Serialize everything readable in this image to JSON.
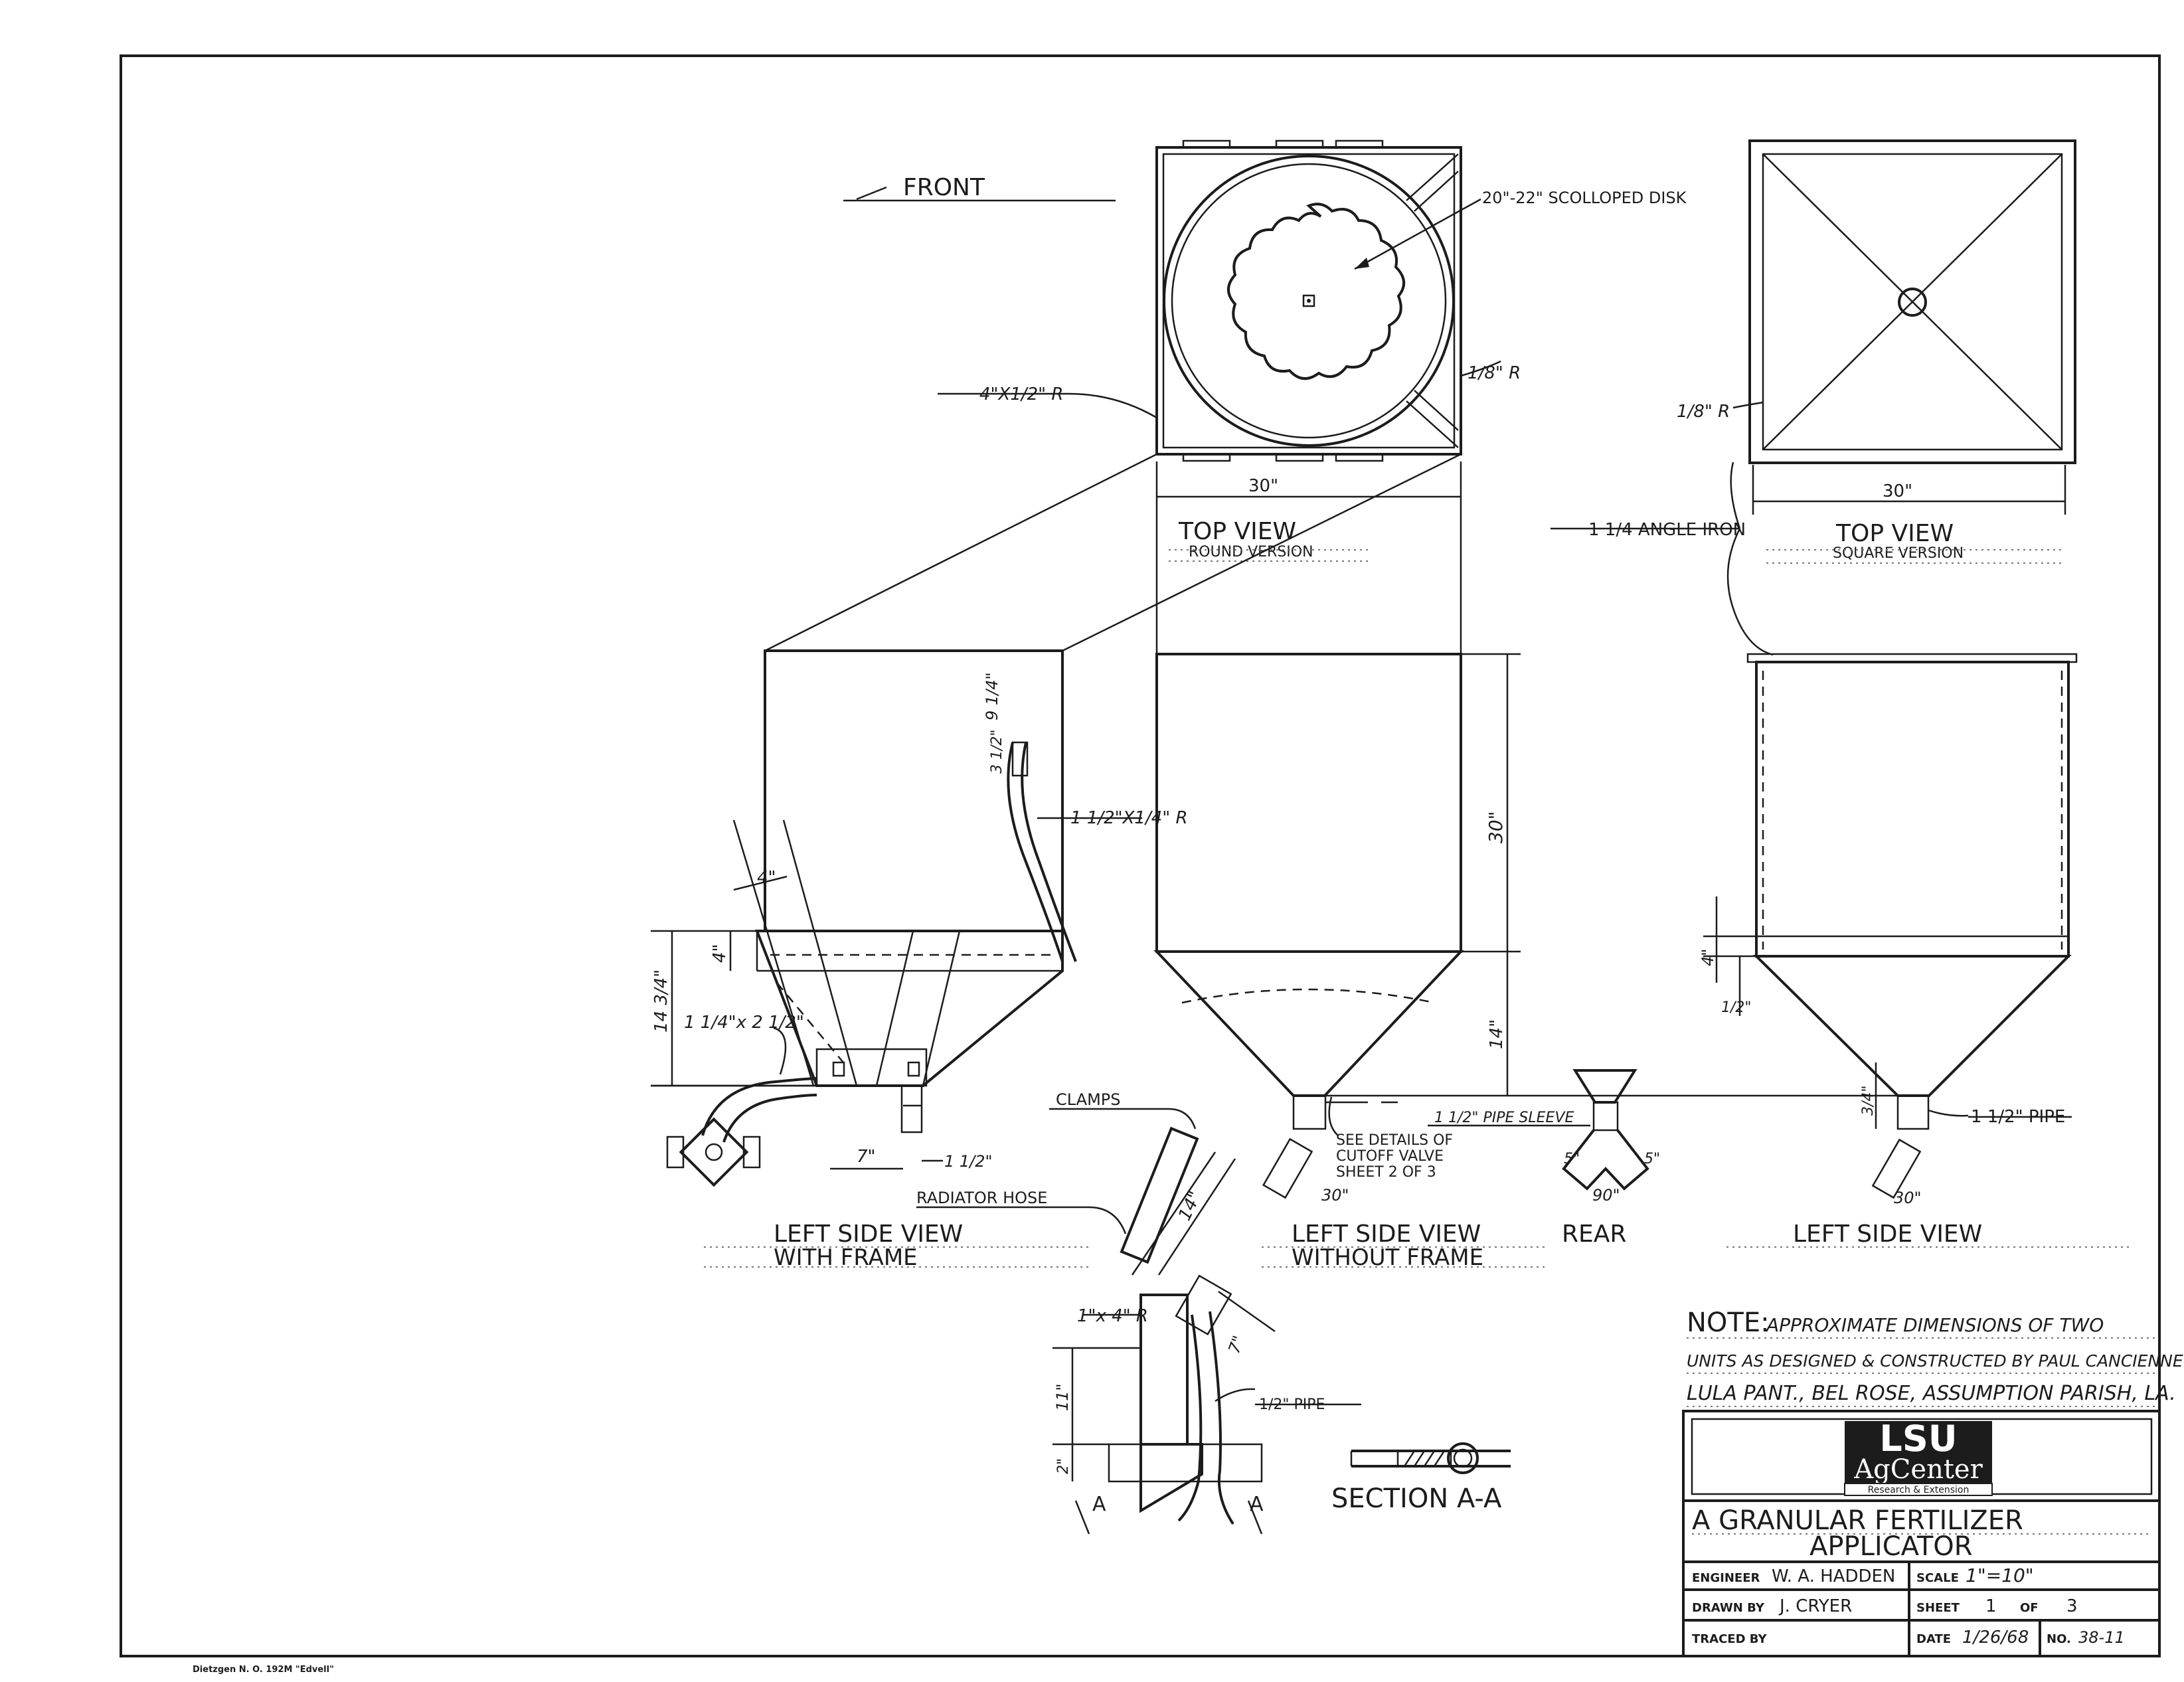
{
  "drawing": {
    "front_label": "FRONT",
    "callouts": {
      "scalloped_disk": "20\"-22\" SCOLLOPED DISK",
      "plate_1_8": "1/8\" R",
      "plate_4x1_2": "4\"X1/2\" R",
      "plate_1_8_square": "1/8\" R",
      "angle_iron": "1 1/4 ANGLE IRON",
      "bar_1_5x1_4": "1 1/2\"X1/4\" R",
      "bar_1_25x2_5": "1 1/4\"x 2 1/2\"",
      "clamps": "CLAMPS",
      "radiator_hose": "RADIATOR HOSE",
      "see_details": [
        "SEE DETAILS OF",
        "CUTOFF VALVE",
        "SHEET 2 OF 3"
      ],
      "pipe_sleeve": "1 1/2\" PIPE SLEEVE",
      "pipe_1_5": "1 1/2\" PIPE",
      "pipe_1_2": "1/2\" PIPE",
      "plate_1x4": "1\"x 4\" R"
    },
    "dimensions": {
      "width_round": "30\"",
      "width_square": "30\"",
      "height_30": "30\"",
      "height_14": "14\"",
      "d_9_1_4": "9 1/4\"",
      "d_3_1_2": "3 1/2\"",
      "d_4_a": "4\"",
      "d_4_b": "4\"",
      "d_14_3_4": "14 3/4\"",
      "d_7": "7\"",
      "d_1_1_2": "1 1/2\"",
      "angle_30_a": "30\"",
      "angle_30_b": "30\"",
      "d_5_a": "5\"",
      "d_5_b": "5\"",
      "angle_90": "90\"",
      "d_4_sq": "4\"",
      "d_1_2_sq": "1/2\"",
      "d_3_4_sq": "3/4\"",
      "d_14_hose": "14\"",
      "d_7_detail": "7\"",
      "d_11": "11\"",
      "d_2": "2\"",
      "mark_a_left": "A",
      "mark_a_right": "A"
    },
    "view_titles": {
      "top_round": "TOP VIEW",
      "top_round_sub": "ROUND VERSION",
      "top_square": "TOP VIEW",
      "top_square_sub": "SQUARE VERSION",
      "left_with_frame_1": "LEFT SIDE VIEW",
      "left_with_frame_2": "WITH FRAME",
      "left_without_frame_1": "LEFT SIDE VIEW",
      "left_without_frame_2": "WITHOUT FRAME",
      "rear": "REAR",
      "left_square": "LEFT SIDE VIEW",
      "section": "SECTION A-A"
    }
  },
  "note": {
    "label": "NOTE:",
    "line1": "APPROXIMATE DIMENSIONS OF TWO",
    "line2": "UNITS AS DESIGNED & CONSTRUCTED BY PAUL CANCIENNE",
    "line3": "LULA PANT., BEL ROSE, ASSUMPTION PARISH, LA."
  },
  "logo": {
    "top": "LSU",
    "middle": "AgCenter",
    "bottom": "Research & Extension"
  },
  "title_block": {
    "title_1": "A GRANULAR FERTILIZER",
    "title_2": "APPLICATOR",
    "engineer_label": "ENGINEER",
    "engineer_value": "W. A. HADDEN",
    "scale_label": "SCALE",
    "scale_value": "1\"=10\"",
    "drawn_label": "DRAWN BY",
    "drawn_value": "J. CRYER",
    "sheet_label": "SHEET",
    "sheet_value": "1",
    "of_label": "OF",
    "of_value": "3",
    "traced_label": "TRACED BY",
    "date_label": "DATE",
    "date_value": "1/26/68",
    "no_label": "NO.",
    "no_value": "38-11"
  },
  "footer": {
    "paper_stamp": "Dietzgen N. O. 192M \"Edvell\""
  }
}
